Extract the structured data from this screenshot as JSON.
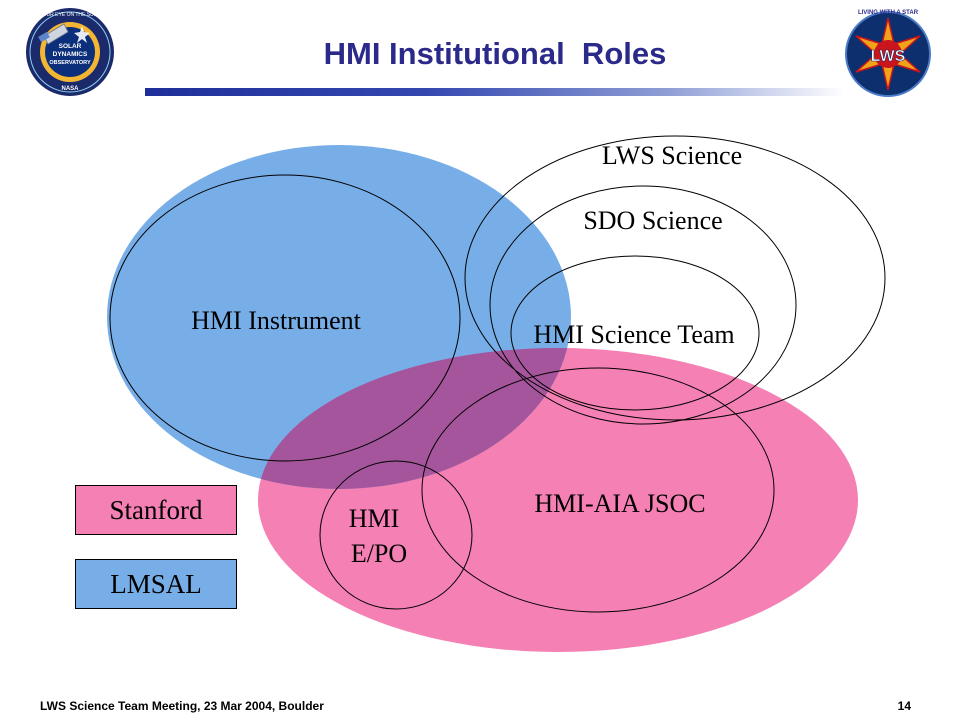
{
  "slide": {
    "title": "HMI Institutional  Roles"
  },
  "logos": {
    "sdo": {
      "icon": "sdo-mission-logo-icon",
      "ring_text": "OUR EYE ON THE SUN",
      "center_lines": [
        "SOLAR",
        "DYNAMICS",
        "OBSERVATORY"
      ],
      "agency": "NASA"
    },
    "lws": {
      "icon": "lws-program-logo-icon",
      "arc_text": "LIVING WITH A STAR",
      "center_text": "LWS"
    }
  },
  "diagram": {
    "lws_science": "LWS Science",
    "sdo_science": "SDO Science",
    "hmi_instrument": "HMI Instrument",
    "hmi_science_team": "HMI Science Team",
    "hmi_aia_jsoc": "HMI-AIA JSOC",
    "hmi_epo_line1": "HMI",
    "hmi_epo_line2": "E/PO"
  },
  "legend": {
    "stanford": "Stanford",
    "lmsal": "LMSAL"
  },
  "colors": {
    "stanford_pink": "#f580b4",
    "lmsal_blue": "#78aee8",
    "overlap_purple": "#a5559b",
    "title_navy": "#2b2a8a"
  },
  "footer": {
    "meeting": "LWS Science Team Meeting, 23 Mar 2004, Boulder",
    "page_number": "14"
  }
}
